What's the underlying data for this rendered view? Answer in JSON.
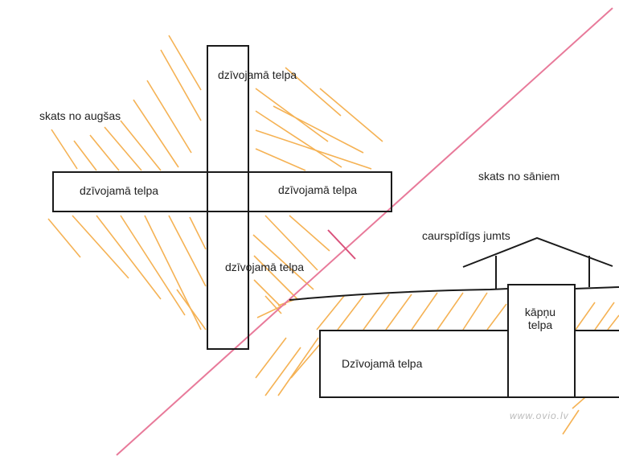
{
  "top_view": {
    "caption": "skats no augšas",
    "room_top": "dzīvojamā telpa",
    "room_left": "dzīvojamā telpa",
    "room_right": "dzīvojamā telpa",
    "room_bottom": "dzīvojamā telpa"
  },
  "side_view": {
    "caption": "skats no sāniem",
    "roof_label": "caurspīdīgs jumts",
    "room_main": "Dzīvojamā telpa",
    "stair_line1": "kāpņu",
    "stair_line2": "telpa"
  },
  "watermark": "www.ovio.lv",
  "colors": {
    "hatch": "#f5b254",
    "divider": "#e87a9a",
    "ink": "#1a1a1a",
    "cross_mark": "#d9507a"
  }
}
